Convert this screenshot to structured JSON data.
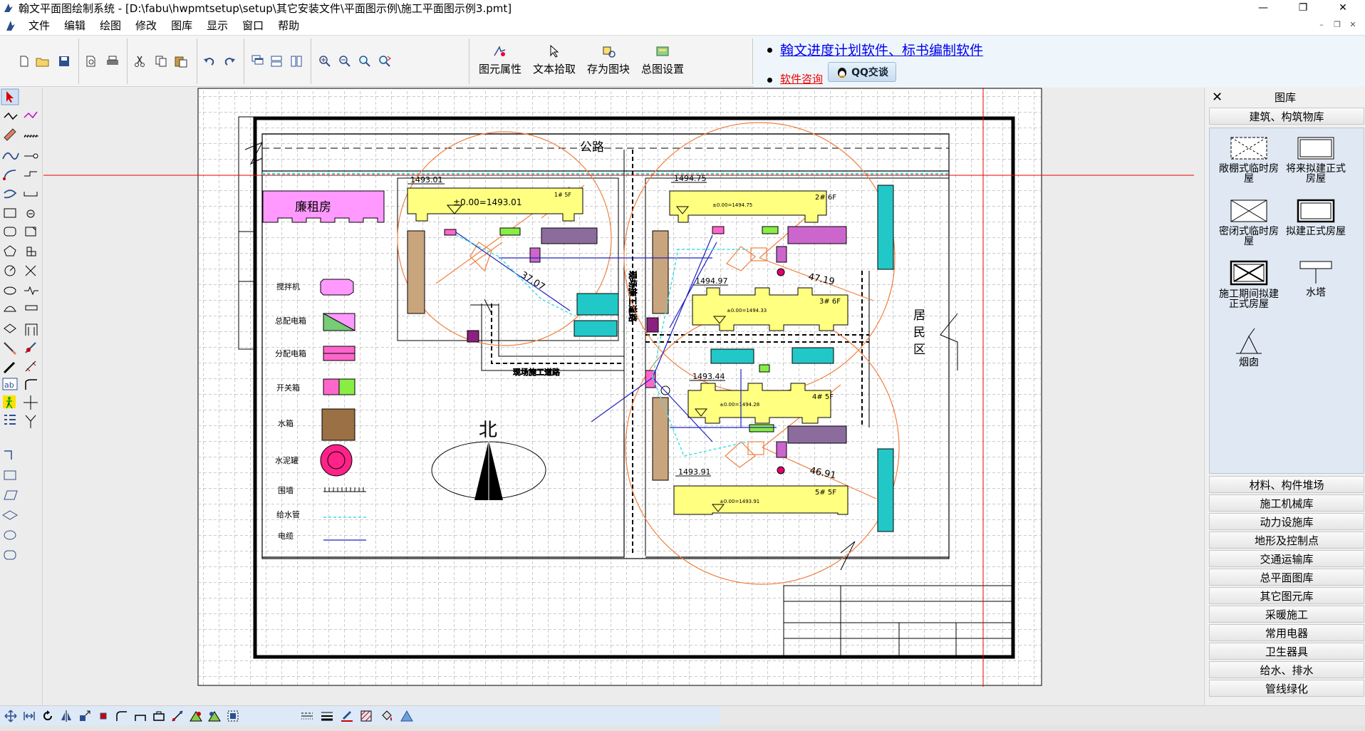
{
  "window": {
    "title": "翰文平面图绘制系统 - [D:\\fabu\\hwpmtsetup\\setup\\其它安装文件\\平面图示例\\施工平面图示例3.pmt]",
    "controls": {
      "minimize": "—",
      "maximize": "❐",
      "close": "✕"
    }
  },
  "menu": {
    "items": [
      "文件",
      "编辑",
      "绘图",
      "修改",
      "图库",
      "显示",
      "窗口",
      "帮助"
    ],
    "mdi_controls": {
      "minimize": "–",
      "restore": "❐",
      "close": "✕"
    }
  },
  "toolbar": {
    "big_buttons": [
      "图元属性",
      "文本拾取",
      "存为图块",
      "总图设置"
    ]
  },
  "ads": {
    "link1": "翰文进度计划软件、标书编制软件",
    "link2": "软件咨询",
    "qq_button": "QQ交谈"
  },
  "library": {
    "title": "图库",
    "close": "✕",
    "top_category": "建筑、构筑物库",
    "items": [
      "敞棚式临时房屋",
      "将来拟建正式房屋",
      "密闭式临时房屋",
      "拟建正式房屋",
      "施工期间拟建正式房屋",
      "水塔",
      "烟囱"
    ],
    "categories": [
      "材料、构件堆场",
      "施工机械库",
      "动力设施库",
      "地形及控制点",
      "交通运输库",
      "总平面图库",
      "其它图元库",
      "采暖施工",
      "常用电器",
      "卫生器具",
      "给水、排水",
      "管线绿化"
    ]
  },
  "drawing": {
    "road_label": "公路",
    "lianzu_label": "廉租房",
    "residential_label": [
      "居",
      "民",
      "区"
    ],
    "north_label": "北",
    "inner_road_label": "现场施工道路",
    "inner_road_v": "现场施工道路",
    "elevations": [
      "1493.01",
      "1494.75",
      "1494.97",
      "1493.44",
      "1493.91"
    ],
    "zero_label": "±0.00=1493.01",
    "building_tags": [
      "1# 5F",
      "2# 6F",
      "3# 6F",
      "4# 5F",
      "5# 5F"
    ],
    "small_tags": [
      "±0.00=1494.75",
      "±0.00=1494.33",
      "±0.00=1494.28",
      "±0.00=1493.91"
    ],
    "dims": [
      "47.19",
      "46.91",
      "37.07"
    ],
    "legend": [
      {
        "label": "搅拌机"
      },
      {
        "label": "总配电箱"
      },
      {
        "label": "分配电箱"
      },
      {
        "label": "开关箱"
      },
      {
        "label": "水箱"
      },
      {
        "label": "水泥罐"
      },
      {
        "label": "围墙"
      },
      {
        "label": "给水管"
      },
      {
        "label": "电缆"
      }
    ],
    "colors": {
      "building": "#ffff80",
      "lianzu": "#ff99ff",
      "cyan_box": "#22c8c8",
      "purple_box": "#8c6c9c",
      "tan_strip": "#c9a57e",
      "crane": "#f08040",
      "cable": "#2020c0",
      "water": "#40e0e0"
    }
  }
}
